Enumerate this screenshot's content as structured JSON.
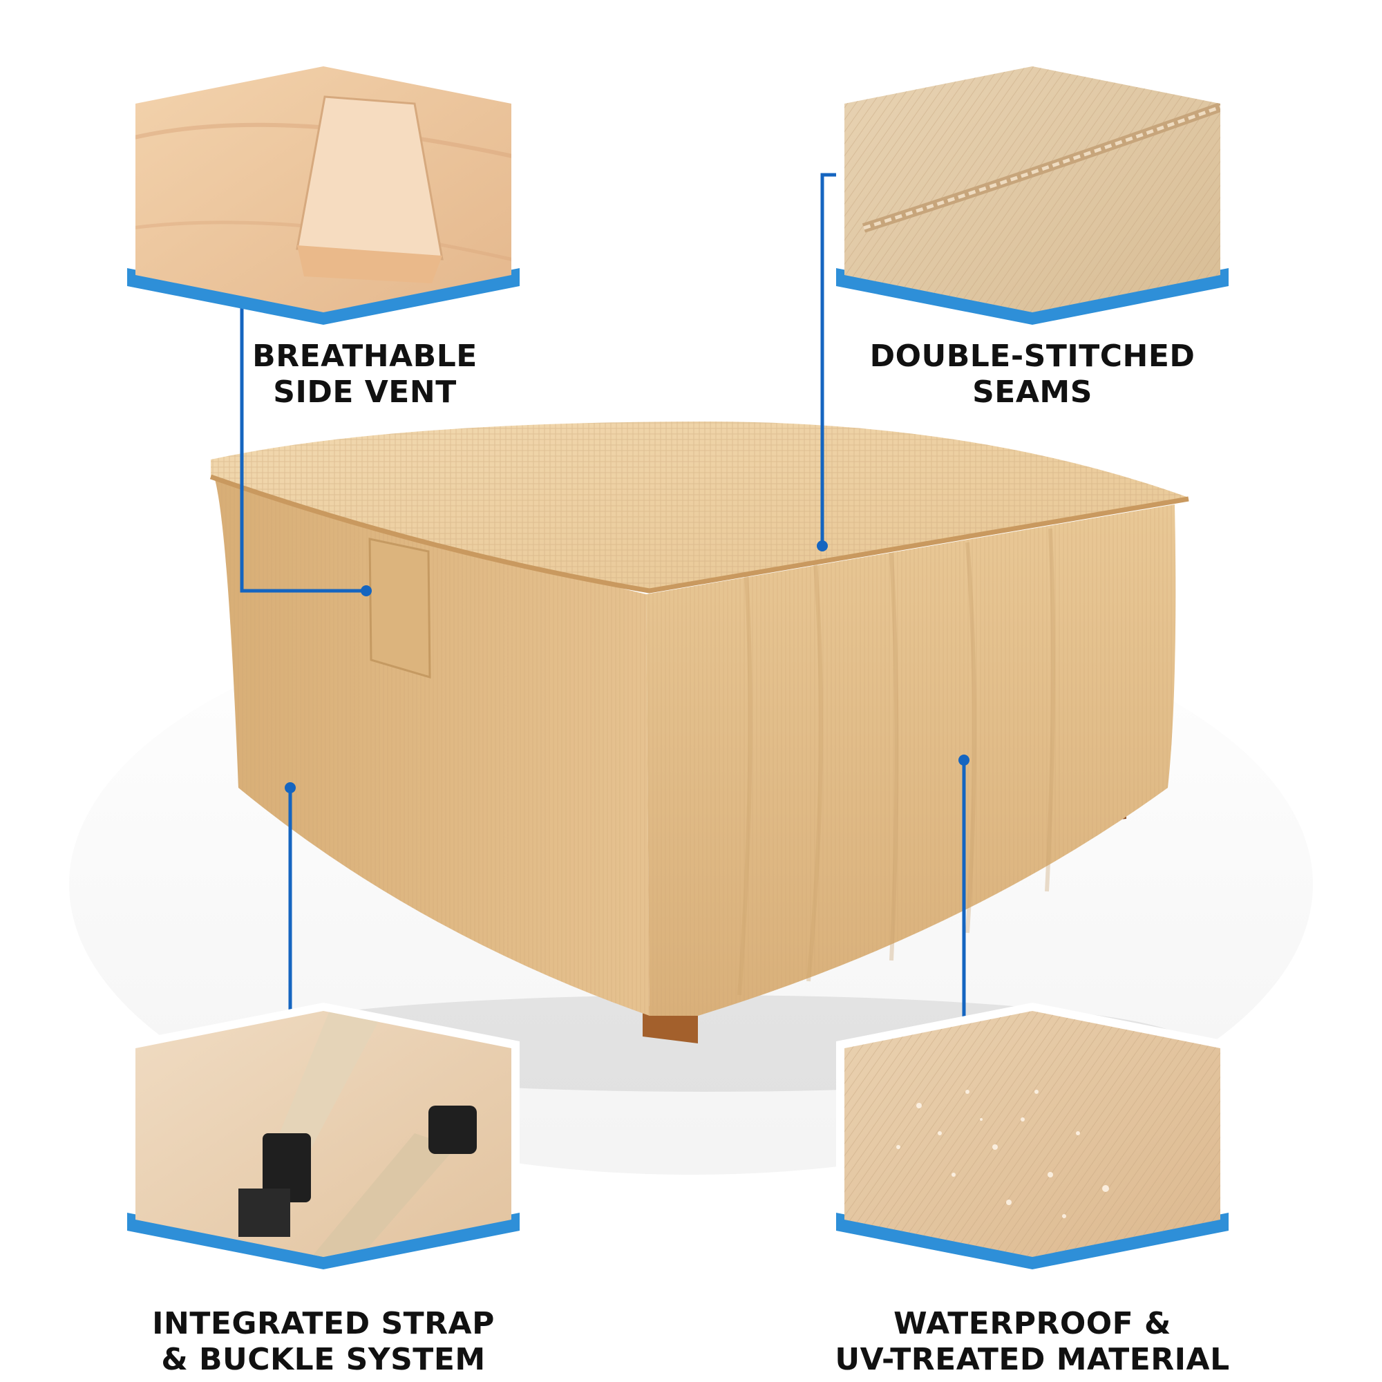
{
  "colors": {
    "accent_blue": "#2e8fd8",
    "connector_blue": "#1565c0",
    "cover_tan": "#e8c79a",
    "label_text": "#111111"
  },
  "features": [
    {
      "line1": "BREATHABLE",
      "line2": "SIDE VENT",
      "icon": "vent-closeup-icon"
    },
    {
      "line1": "DOUBLE-STITCHED",
      "line2": "SEAMS",
      "icon": "seam-closeup-icon"
    },
    {
      "line1": "INTEGRATED STRAP",
      "line2": "& BUCKLE SYSTEM",
      "icon": "buckle-closeup-icon"
    },
    {
      "line1": "WATERPROOF &",
      "line2": "UV-TREATED MATERIAL",
      "icon": "water-drops-closeup-icon"
    }
  ],
  "product": {
    "icon": "ottoman-cover-icon"
  }
}
